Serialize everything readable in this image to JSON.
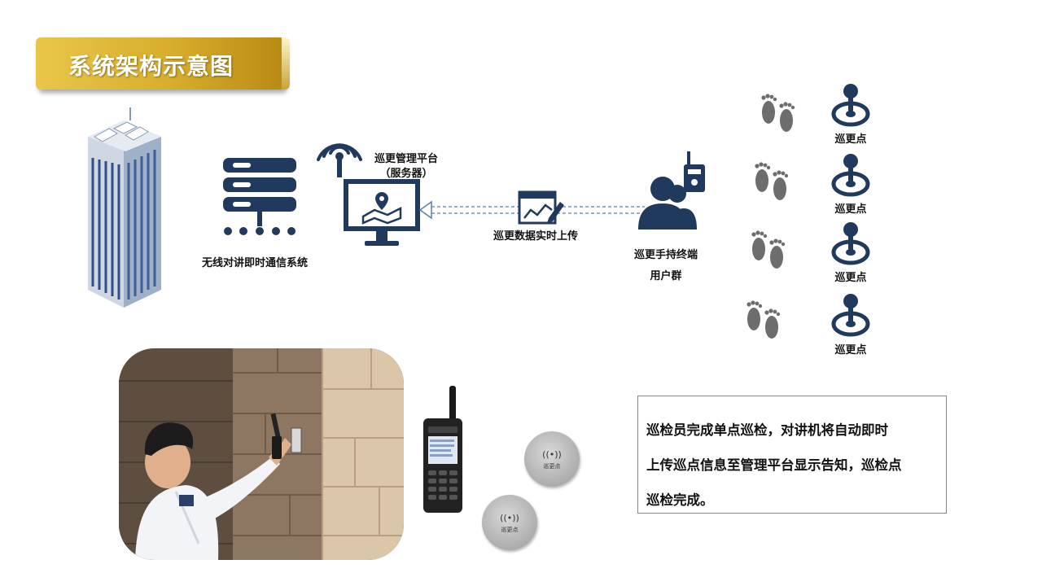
{
  "title": "系统架构示意图",
  "labels": {
    "comm_system": "无线对讲即时通信系统",
    "platform_line1": "巡更管理平台",
    "platform_line2": "（服务器）",
    "upload": "巡更数据实时上传",
    "terminal_line1": "巡更手持终端",
    "terminal_line2": "用户群",
    "checkpoint": "巡更点"
  },
  "checkpoints": [
    "巡更点",
    "巡更点",
    "巡更点",
    "巡更点"
  ],
  "tag_label": "巡更点",
  "info": {
    "line1": "巡检员完成单点巡检，对讲机将自动即时",
    "line2": "上传巡点信息至管理平台显示告知，巡检点",
    "line3": "巡检完成。"
  },
  "colors": {
    "icon_navy": "#1f3a5c",
    "banner_gold": "#d7ad2c",
    "footprint_gray": "#6d6d6d"
  },
  "icons": [
    "building",
    "server-icon",
    "antenna-icon",
    "monitor-map-icon",
    "upload-chart-icon",
    "user-radio-icon",
    "footprint-icon",
    "location-pin-icon",
    "radio-device",
    "patrol-tag"
  ]
}
